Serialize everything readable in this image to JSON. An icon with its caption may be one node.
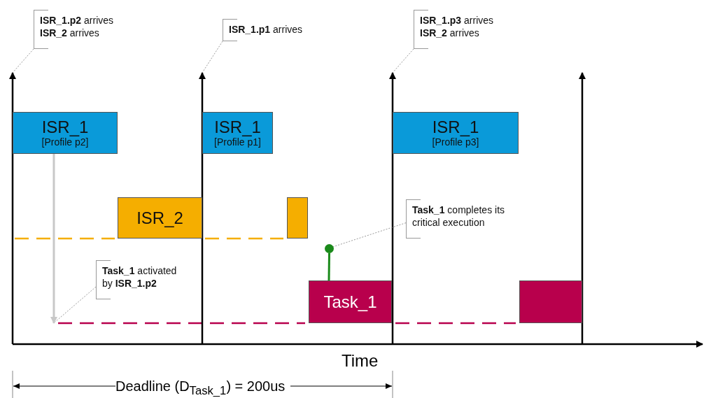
{
  "diagram": {
    "nodes": [
      {
        "text": [
          "ISR_1",
          "[Profile p2]"
        ]
      },
      {
        "text": [
          "ISR_1",
          "[Profile p1]"
        ]
      },
      {
        "text": [
          "ISR_1",
          "[Profile p3]"
        ]
      },
      {
        "text": [
          "ISR_2"
        ]
      },
      {
        "text": [],
        "shape": "bar"
      },
      {
        "text": [
          "Task_1"
        ]
      },
      {
        "text": [],
        "shape": "bar"
      },
      {
        "text": [
          "**ISR_1.p2** arrives",
          "**ISR_2** arrives"
        ]
      },
      {
        "text": [
          "**ISR_1.p1** arrives"
        ]
      },
      {
        "text": [
          "**ISR_1.p3** arrives",
          "**ISR_2** arrives"
        ]
      },
      {
        "text": [
          "**Task_1** activated by **ISR_1.p2**"
        ]
      },
      {
        "text": [
          "**Task_1** completes its critical execution"
        ]
      },
      {
        "text": [],
        "shape": "circle"
      }
    ],
    "edges": [
      {
        "from": 7,
        "to": null,
        "arrow": "none",
        "style": "dashed"
      },
      {
        "from": 8,
        "to": null,
        "arrow": "none",
        "style": "dashed"
      },
      {
        "from": 9,
        "to": null,
        "arrow": "none",
        "style": "dashed"
      },
      {
        "from": 0,
        "to": null,
        "arrow": "to",
        "style": "thick",
        "color": "#c8c8c8"
      },
      {
        "from": 10,
        "to": null,
        "arrow": "none",
        "style": "dashed"
      },
      {
        "from": 11,
        "to": 12,
        "arrow": "none",
        "style": "dashed"
      },
      {
        "from": 5,
        "to": 12,
        "arrow": "none",
        "style": "thick",
        "color": "#1a8a1a"
      }
    ],
    "labels": [
      "Time",
      "Deadline (D$_{Task_1}$) = 200us"
    ]
  }
}
